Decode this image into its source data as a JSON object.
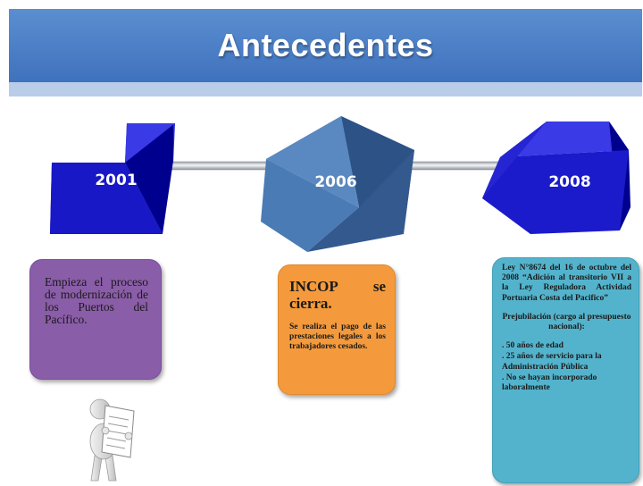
{
  "title": "Antecedentes",
  "milestones": [
    {
      "year": "2001"
    },
    {
      "year": "2006"
    },
    {
      "year": "2008"
    }
  ],
  "boxes": {
    "purple": {
      "text": "Empieza el proceso de modernización de los Puertos del Pacífico.",
      "color": "#8a5da8"
    },
    "orange": {
      "heading_line1": "INCOP se",
      "heading_line2": "cierra.",
      "body": "Se realiza el pago de las prestaciones legales a los trabajadores cesados.",
      "color": "#f49a3c"
    },
    "teal": {
      "law": "Ley N°8674 del 16 de octubre del 2008 “Adición al transitorio VII a la Ley Reguladora Actividad Portuaria Costa del Pacifico”",
      "prejubilacion": "Prejubilación (cargo al presupuesto nacional):",
      "requirements": [
        ". 50 años de edad",
        ". 25 años de servicio para la Administración Pública",
        ". No se hayan incorporado laboralmente"
      ],
      "color": "#54b3cc"
    }
  },
  "colors": {
    "header": "#4a7fc6",
    "header_strip": "#b9cde8",
    "cube_dark": "#1a1acb",
    "cube_steel": "#3f6ea6"
  },
  "icons": [
    "presenter-figure-icon"
  ]
}
